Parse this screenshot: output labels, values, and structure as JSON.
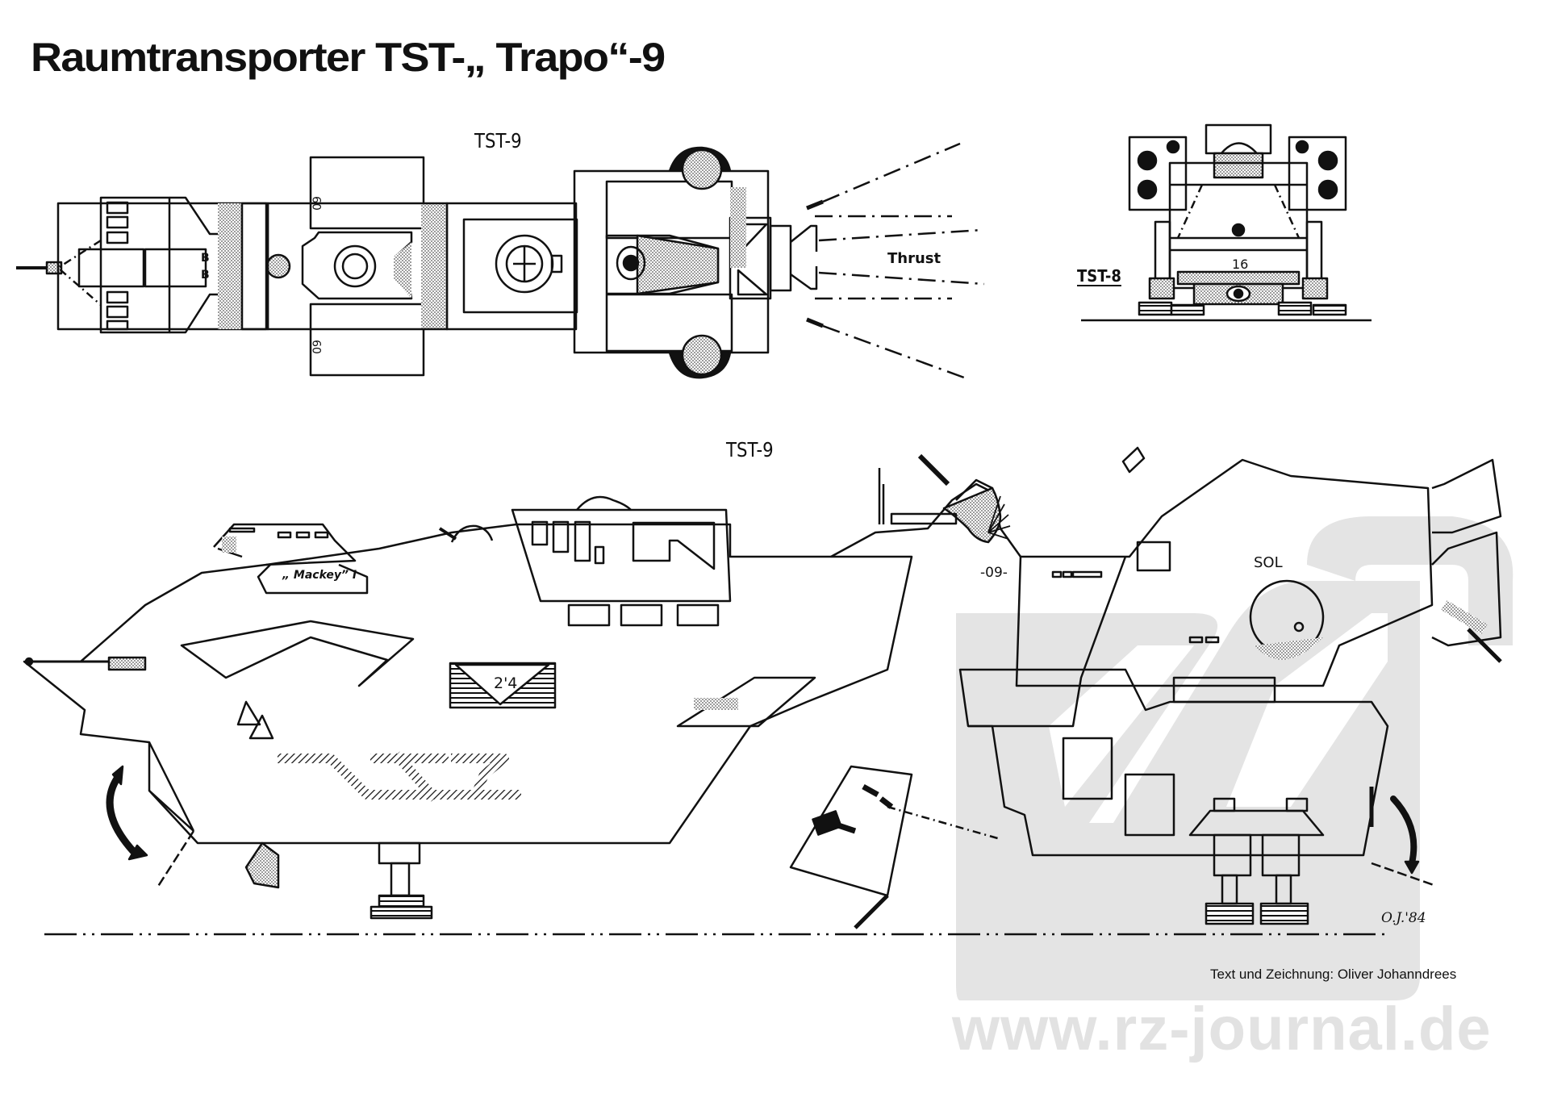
{
  "title": "Raumtransporter TST-„ Trapo“-9",
  "views": {
    "top_view_label": "TST-9",
    "side_view_label": "TST-9",
    "front_view_label": "TST-8",
    "thrust_label": "Thrust"
  },
  "markings": {
    "ship_name": "„ Mackey” I",
    "hull_number_side": "-09-",
    "sol_marking": "SOL",
    "panel_number": "2'4",
    "front_number": "16",
    "top_pod_number_upper": "09",
    "top_pod_number_lower": "09",
    "top_marker_b1": "B",
    "top_marker_b2": "B"
  },
  "signature": "O.J.'84",
  "credit": "Text und Zeichnung: Oliver Johanndrees",
  "watermark": {
    "url": "www.rz-journal.de",
    "color": "#e2e2e2"
  },
  "colors": {
    "ink": "#111111",
    "watermark_gray": "#e4e4e4",
    "hatch_gray": "#b8b8b8"
  }
}
